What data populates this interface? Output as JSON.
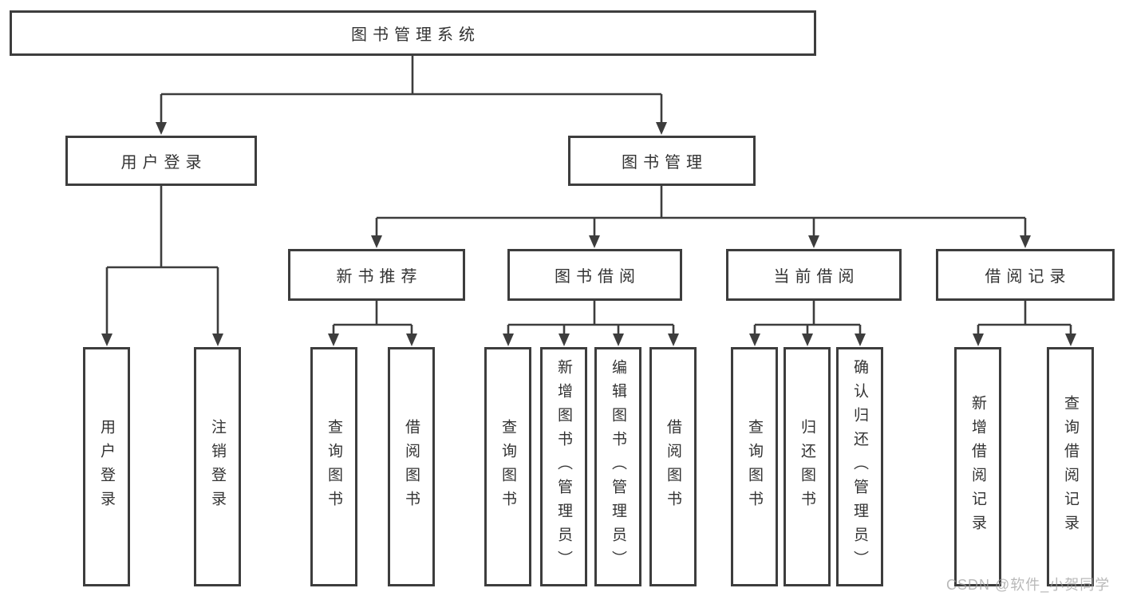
{
  "diagram": {
    "root": {
      "label": "图书管理系统"
    },
    "branches": [
      {
        "label": "用户登录",
        "children": [
          {
            "label": "用户登录"
          },
          {
            "label": "注销登录"
          }
        ]
      },
      {
        "label": "图书管理",
        "children": [
          {
            "label": "新书推荐",
            "children": [
              {
                "label": "查询图书"
              },
              {
                "label": "借阅图书"
              }
            ]
          },
          {
            "label": "图书借阅",
            "children": [
              {
                "label": "查询图书"
              },
              {
                "label": "新增图书（管理员）"
              },
              {
                "label": "编辑图书（管理员）"
              },
              {
                "label": "借阅图书"
              }
            ]
          },
          {
            "label": "当前借阅",
            "children": [
              {
                "label": "查询图书"
              },
              {
                "label": "归还图书"
              },
              {
                "label": "确认归还（管理员）"
              }
            ]
          },
          {
            "label": "借阅记录",
            "children": [
              {
                "label": "新增借阅记录"
              },
              {
                "label": "查询借阅记录"
              }
            ]
          }
        ]
      }
    ],
    "watermark": "CSDN @软件_小贺同学",
    "colors": {
      "line": "#3d3d3d",
      "text": "#333333",
      "box_background": "#ffffff",
      "watermark": "#9e9e9e"
    }
  }
}
